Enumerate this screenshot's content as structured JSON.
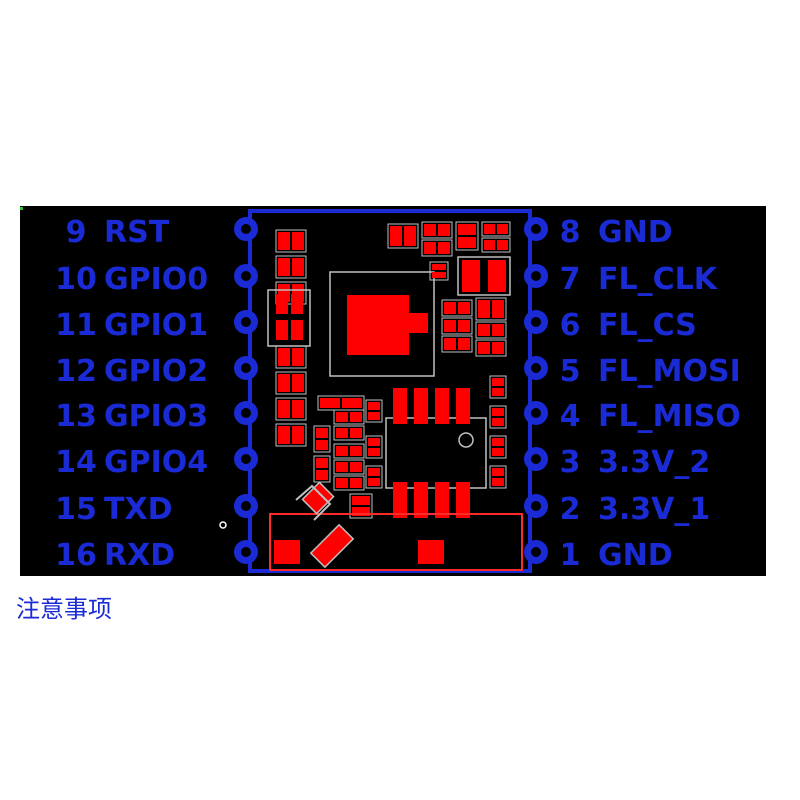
{
  "colors": {
    "background": "#000000",
    "outline": "#1a2bd6",
    "copper": "#ff0000",
    "silk": "#c0c0c0",
    "cutout": "#ff2a2a",
    "page": "#ffffff"
  },
  "pins_left": [
    {
      "num": "9",
      "name": "RST"
    },
    {
      "num": "10",
      "name": "GPIO0"
    },
    {
      "num": "11",
      "name": "GPIO1"
    },
    {
      "num": "12",
      "name": "GPIO2"
    },
    {
      "num": "13",
      "name": "GPIO3"
    },
    {
      "num": "14",
      "name": "GPIO4"
    },
    {
      "num": "15",
      "name": "TXD"
    },
    {
      "num": "16",
      "name": "RXD"
    }
  ],
  "pins_right": [
    {
      "num": "8",
      "name": "GND"
    },
    {
      "num": "7",
      "name": "FL_CLK"
    },
    {
      "num": "6",
      "name": "FL_CS"
    },
    {
      "num": "5",
      "name": "FL_MOSI"
    },
    {
      "num": "4",
      "name": "FL_MISO"
    },
    {
      "num": "3",
      "name": "3.3V_2"
    },
    {
      "num": "2",
      "name": "3.3V_1"
    },
    {
      "num": "1",
      "name": "GND"
    }
  ],
  "footer_note": "注意事项"
}
